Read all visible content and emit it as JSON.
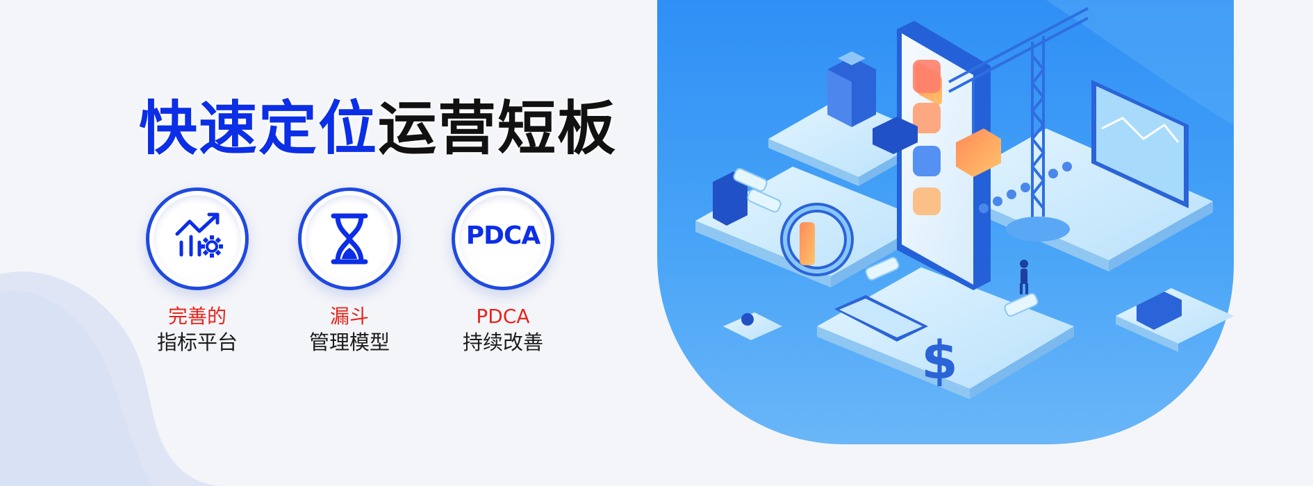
{
  "colors": {
    "accent_blue": "#0b2ee6",
    "accent_red": "#e8231a",
    "text_dark": "#111111",
    "background": "#f4f5f9",
    "hero_blue": "#3f9cf6"
  },
  "headline": {
    "highlight": "快速定位",
    "rest": "运营短板"
  },
  "features": [
    {
      "icon": "chart-gear-icon",
      "title": "完善的",
      "subtitle": "指标平台"
    },
    {
      "icon": "hourglass-icon",
      "title": "漏斗",
      "subtitle": "管理模型"
    },
    {
      "icon": "pdca-icon",
      "icon_text": "PDCA",
      "title": "PDCA",
      "subtitle": "持续改善"
    }
  ],
  "illustration": {
    "icon": "isometric-operations-illustration"
  }
}
